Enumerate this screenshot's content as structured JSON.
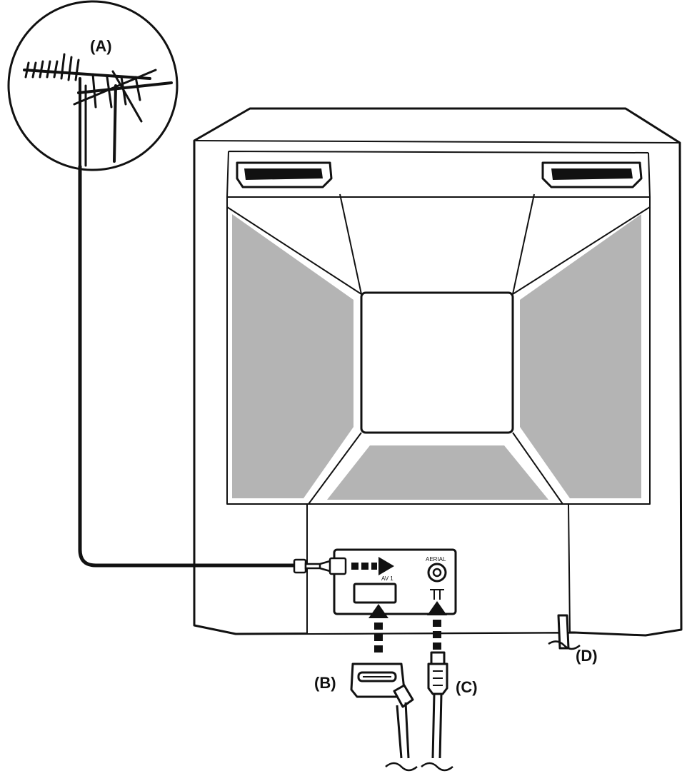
{
  "callouts": {
    "a": "(A)",
    "b": "(B)",
    "c": "(C)",
    "d": "(D)"
  },
  "panel_labels": {
    "aerial": "AERIAL",
    "av1": "AV 1"
  },
  "colors": {
    "line": "#111111",
    "vent": "#b4b4b4",
    "background": "#ffffff"
  }
}
